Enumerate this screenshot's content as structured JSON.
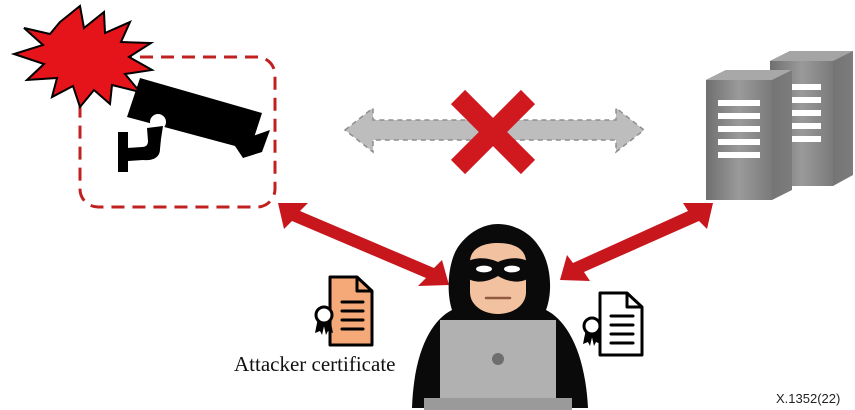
{
  "diagram": {
    "entities": {
      "camera": {
        "icon": "security-camera-icon",
        "status_icon": "alert-burst-icon",
        "highlight_color": "#c0201f"
      },
      "server": {
        "icon": "server-rack-icon",
        "color": "#8a8a8a"
      },
      "attacker": {
        "icon": "hooded-hacker-icon",
        "device_icon": "laptop-icon"
      }
    },
    "links": {
      "camera_server": {
        "state": "blocked",
        "color": "#bdbdbd",
        "block_icon": "red-x-icon"
      },
      "camera_attacker": {
        "state": "active",
        "color": "#c8161d"
      },
      "server_attacker": {
        "state": "active",
        "color": "#c8161d"
      }
    },
    "certificates": {
      "attacker": {
        "label": "Attacker certificate",
        "fill": "#f6a978",
        "icon": "certificate-document-icon"
      },
      "server_side": {
        "fill": "#ffffff",
        "icon": "certificate-document-icon"
      }
    },
    "code": "X.1352(22)"
  }
}
